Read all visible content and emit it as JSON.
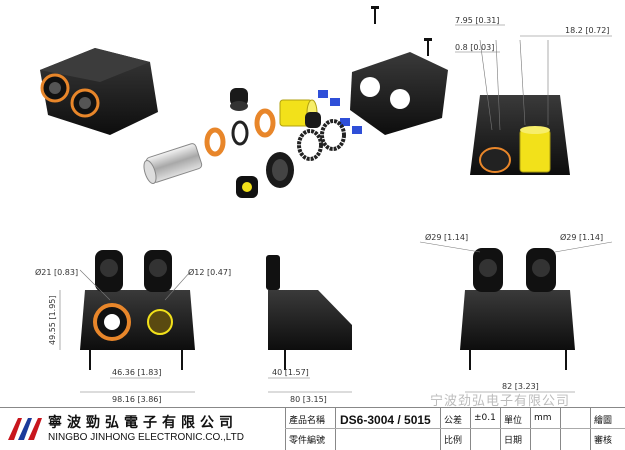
{
  "dimensions": {
    "top_a": "7.95 [0.31]",
    "top_b": "0.8 [0.03]",
    "top_c": "18.2 [0.72]",
    "front_d1": "Ø21 [0.83]",
    "front_d2": "Ø12 [0.47]",
    "front_h": "49.55 [1.95]",
    "front_w1": "46.36 [1.83]",
    "front_w2": "98.16 [3.86]",
    "side_w1": "40 [1.57]",
    "side_w2": "80 [3.15]",
    "rear_d1": "Ø29 [1.14]",
    "rear_d2": "Ø29 [1.14]",
    "rear_w": "82 [3.23]"
  },
  "watermark": "宁波劲弘电子有限公司",
  "title_block": {
    "company_cn": "寧波勁弘電子有限公司",
    "company_en": "NINGBO JINHONG ELECTRONIC.CO.,LTD",
    "label_product_name": "產品名稱",
    "label_part_no": "零件編號",
    "part_number": "DS6-3004 / 5015",
    "label_tolerance": "公差",
    "tolerance": "±0.1",
    "label_scale": "比例",
    "label_unit": "單位",
    "unit": "mm",
    "label_date": "日期",
    "label_drawn": "繪圖",
    "label_checked": "審核"
  },
  "colors": {
    "body": "#1a1a1a",
    "accent_orange": "#e8862a",
    "accent_yellow": "#f2e11a",
    "accent_blue": "#2f4fd8"
  }
}
